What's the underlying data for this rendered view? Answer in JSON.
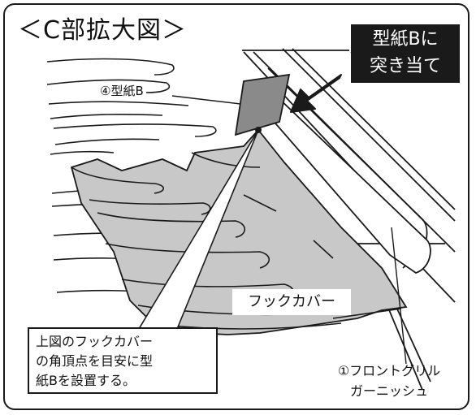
{
  "title": "＜C部拡大図＞",
  "callout": {
    "lines": [
      "型紙Bに",
      "突き当て"
    ]
  },
  "labels": {
    "template_b": "④型紙B",
    "hook_cover": "フックカバー",
    "front_grille": [
      "①フロントグリル",
      "ガーニッシュ"
    ]
  },
  "note": {
    "lines": [
      "上図のフックカバー",
      "の角頂点を目安に型",
      "紙Bを設置する。"
    ]
  },
  "colors": {
    "cover_fill": "#c8c8c8",
    "template_fill": "#8a8a8a",
    "line": "#1a1a1a",
    "callout_bg": "#1a1a1a"
  }
}
